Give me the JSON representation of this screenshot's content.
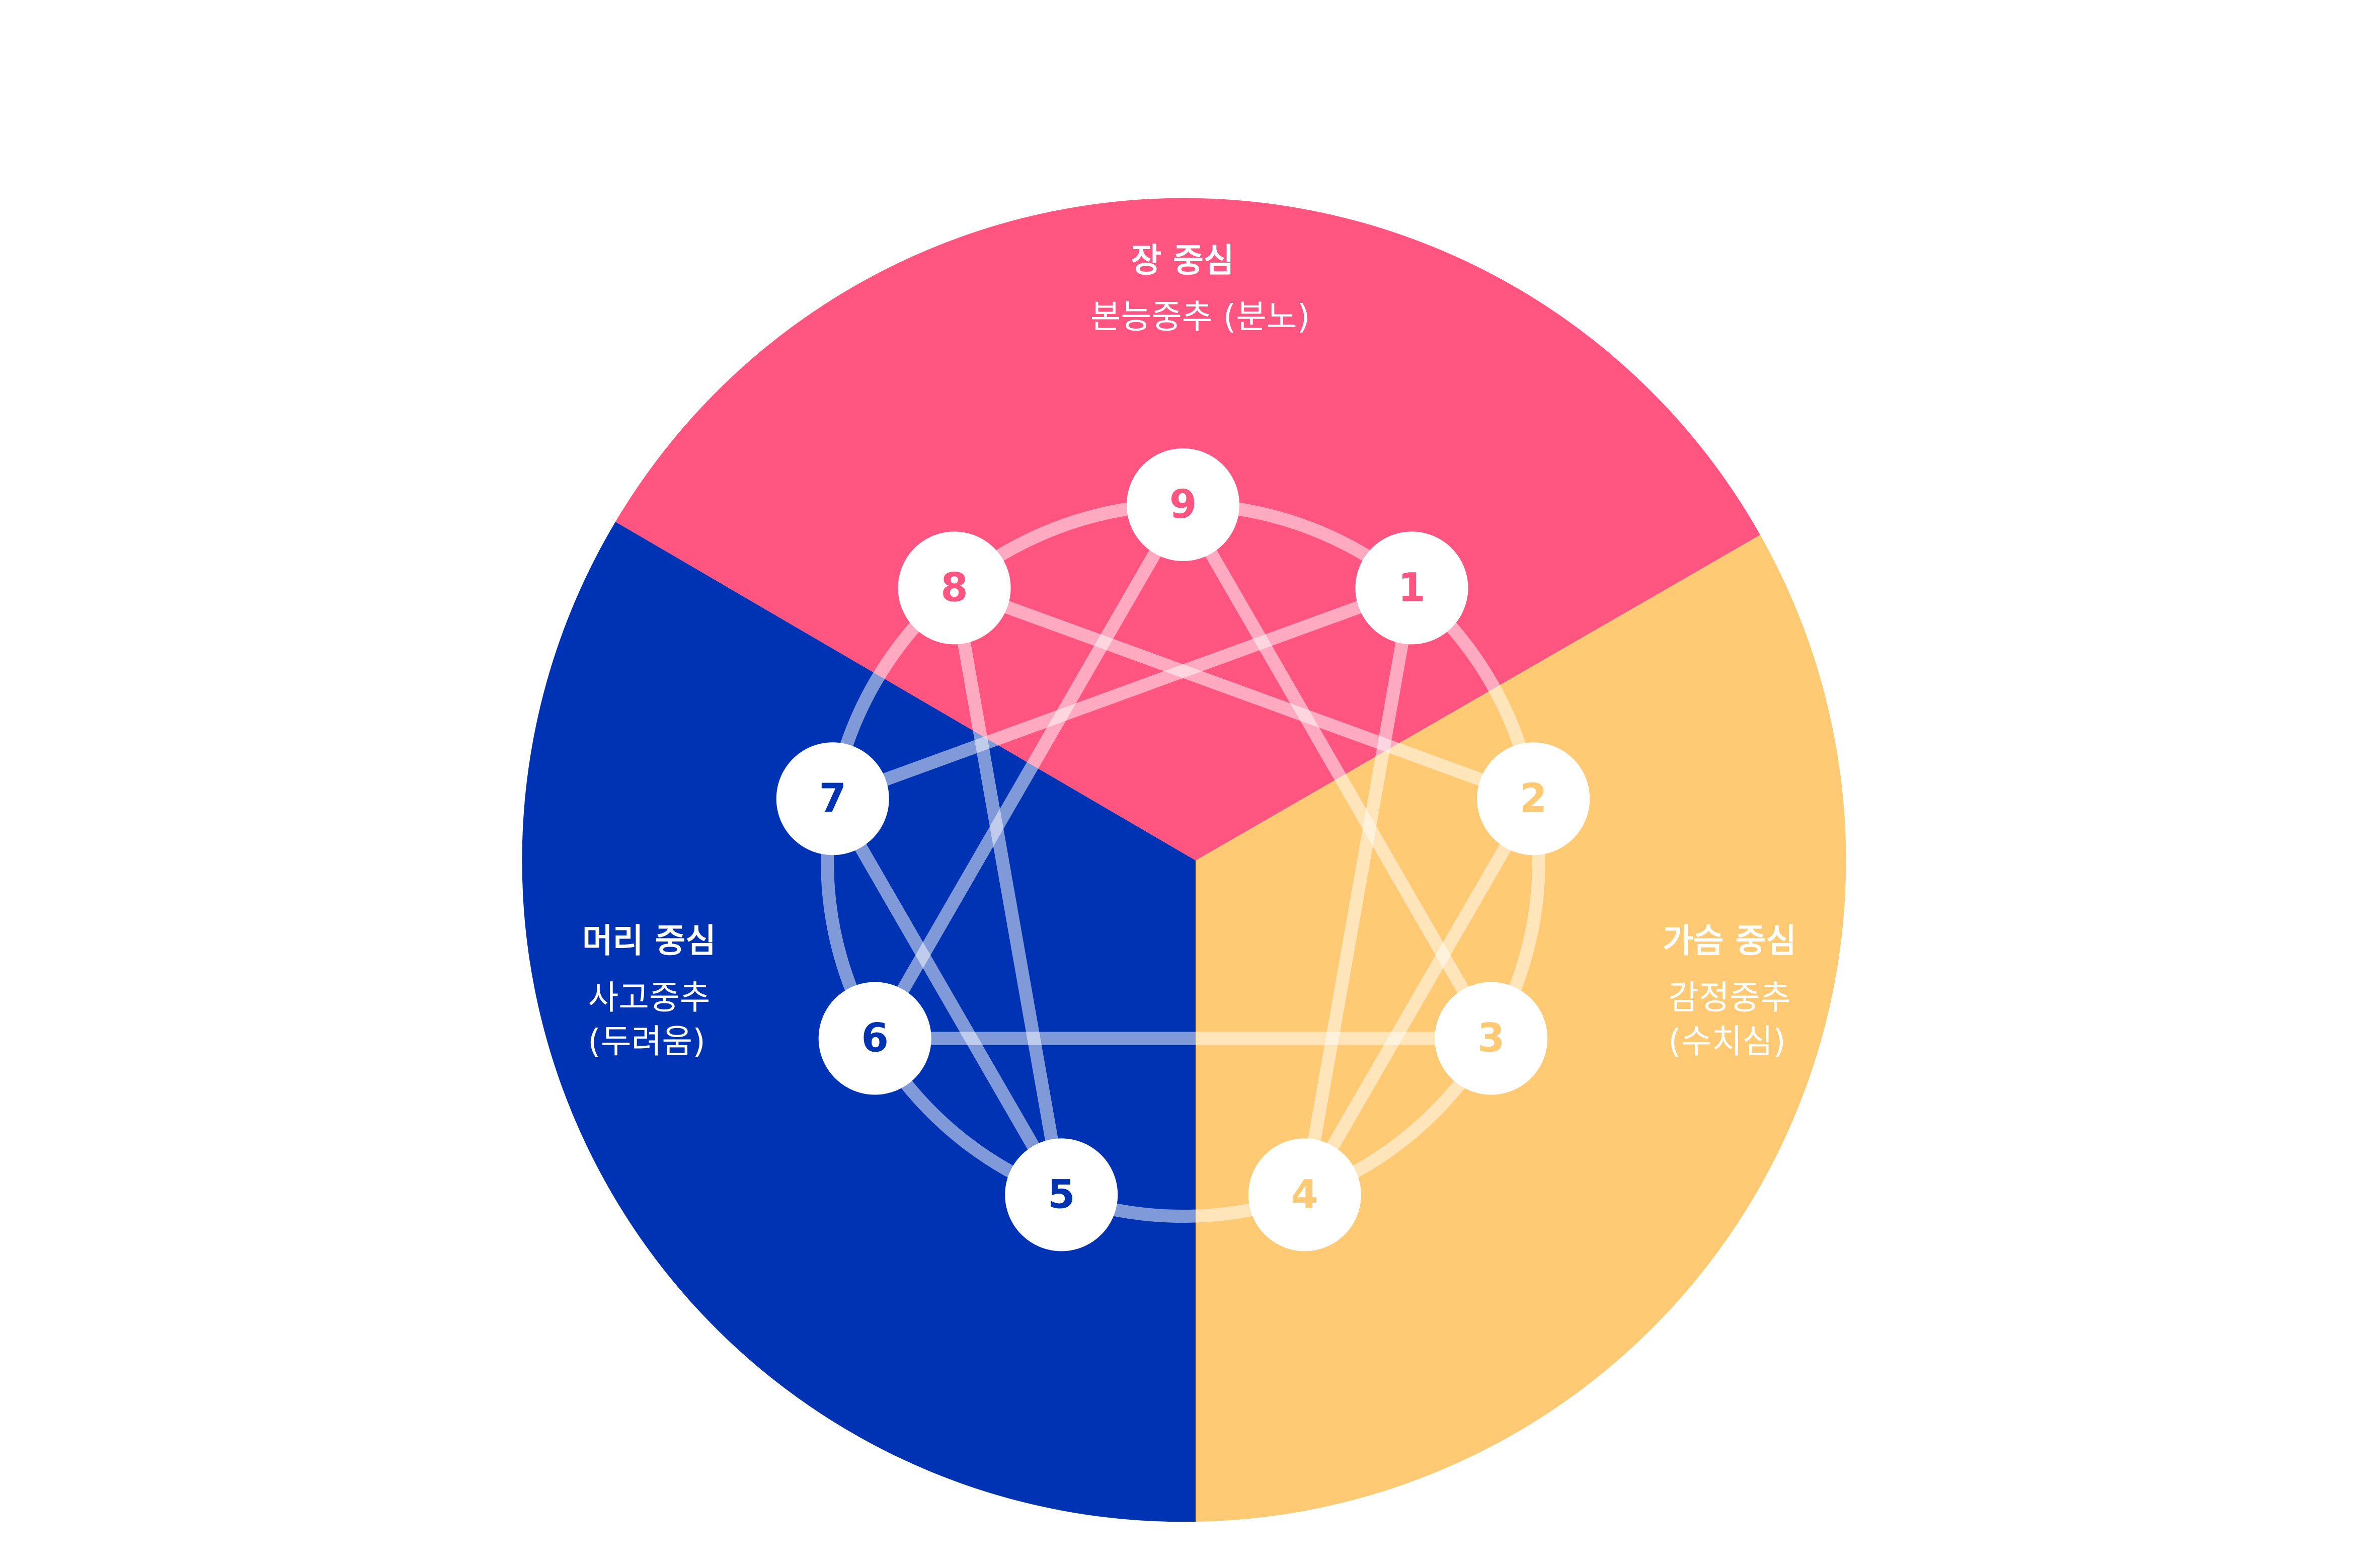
{
  "colors": {
    "gut": "#FF5580",
    "heart": "#FFCA73",
    "head": "#0033B3",
    "node_fill": "#FFFFFF",
    "text_light": "#FFFFFF"
  },
  "centers": {
    "gut": {
      "title": "장 중심",
      "subtitle": "본능중추 (분노)"
    },
    "head": {
      "title": "머리 중심",
      "subtitle_line1": "사고중추",
      "subtitle_line2": "(두려움)"
    },
    "heart": {
      "title": "가슴 중심",
      "subtitle_line1": "감정중추",
      "subtitle_line2": "(수치심)"
    }
  },
  "nodes": [
    {
      "label": "9",
      "center": "gut"
    },
    {
      "label": "1",
      "center": "gut"
    },
    {
      "label": "2",
      "center": "heart"
    },
    {
      "label": "3",
      "center": "heart"
    },
    {
      "label": "4",
      "center": "heart"
    },
    {
      "label": "5",
      "center": "head"
    },
    {
      "label": "6",
      "center": "head"
    },
    {
      "label": "7",
      "center": "head"
    },
    {
      "label": "8",
      "center": "gut"
    }
  ],
  "connections": [
    [
      "9",
      "3"
    ],
    [
      "3",
      "6"
    ],
    [
      "6",
      "9"
    ],
    [
      "1",
      "4"
    ],
    [
      "4",
      "2"
    ],
    [
      "2",
      "8"
    ],
    [
      "8",
      "5"
    ],
    [
      "5",
      "7"
    ],
    [
      "7",
      "1"
    ]
  ]
}
